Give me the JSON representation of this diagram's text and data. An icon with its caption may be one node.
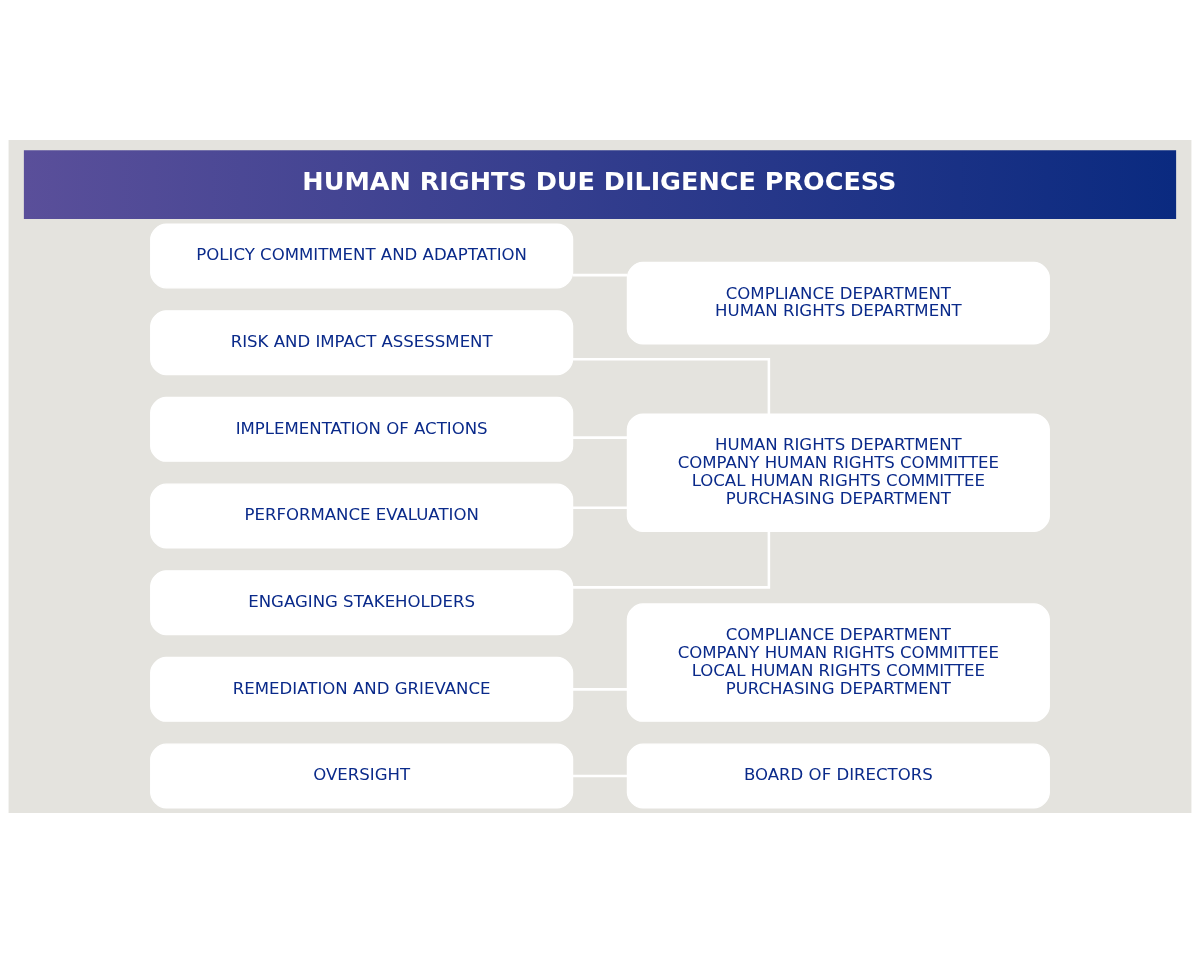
{
  "diagram": {
    "title": "HUMAN RIGHTS DUE DILIGENCE PROCESS",
    "nodes": [
      {
        "text": [
          "POLICY COMMITMENT AND ADAPTATION"
        ]
      },
      {
        "text": [
          "COMPLIANCE DEPARTMENT",
          "HUMAN RIGHTS DEPARTMENT"
        ]
      },
      {
        "text": [
          "RISK AND IMPACT ASSESSMENT"
        ]
      },
      {
        "text": [
          "IMPLEMENTATION OF ACTIONS"
        ]
      },
      {
        "text": [
          "PERFORMANCE EVALUATION"
        ]
      },
      {
        "text": [
          "ENGAGING STAKEHOLDERS"
        ]
      },
      {
        "text": [
          "HUMAN RIGHTS DEPARTMENT",
          "COMPANY HUMAN RIGHTS COMMITTEE",
          "LOCAL HUMAN RIGHTS COMMITTEE",
          "PURCHASING DEPARTMENT"
        ]
      },
      {
        "text": [
          "REMEDIATION AND GRIEVANCE"
        ]
      },
      {
        "text": [
          "COMPLIANCE DEPARTMENT",
          "COMPANY HUMAN RIGHTS COMMITTEE",
          "LOCAL HUMAN RIGHTS COMMITTEE",
          "PURCHASING DEPARTMENT"
        ]
      },
      {
        "text": [
          "OVERSIGHT"
        ]
      },
      {
        "text": [
          "BOARD OF DIRECTORS"
        ]
      }
    ],
    "edges": [
      {
        "from": 0,
        "to": 1,
        "arrow": "none"
      },
      {
        "from": 2,
        "to": 6,
        "arrow": "none"
      },
      {
        "from": 3,
        "to": 6,
        "arrow": "none"
      },
      {
        "from": 4,
        "to": 6,
        "arrow": "none"
      },
      {
        "from": 5,
        "to": 6,
        "arrow": "none"
      },
      {
        "from": 7,
        "to": 8,
        "arrow": "none"
      },
      {
        "from": 9,
        "to": 10,
        "arrow": "none"
      }
    ]
  }
}
